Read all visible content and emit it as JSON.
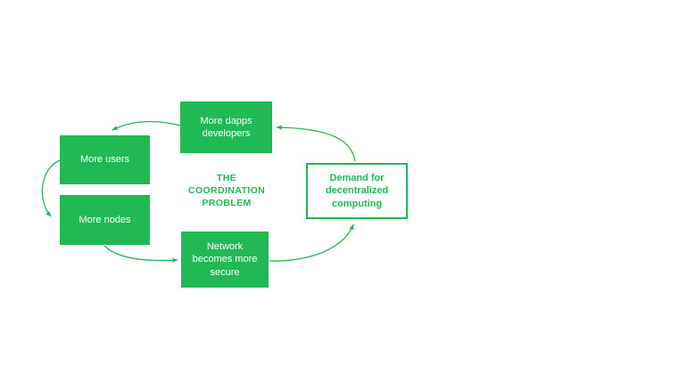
{
  "colors": {
    "green": "#20b954",
    "text_on_green": "#ffffff",
    "background": "#ffffff"
  },
  "diagram": {
    "center_label": {
      "lines": [
        "THE",
        "COORDINATION",
        "PROBLEM"
      ]
    },
    "nodes": {
      "dapps": {
        "label": "More dapps developers",
        "style": "filled"
      },
      "users": {
        "label": "More users",
        "style": "filled"
      },
      "nodes": {
        "label": "More nodes",
        "style": "filled"
      },
      "network": {
        "label": "Network becomes more secure",
        "style": "filled"
      },
      "demand": {
        "label": "Demand for decentralized computing",
        "style": "outlined"
      }
    },
    "edges": [
      {
        "from": "dapps",
        "to": "users"
      },
      {
        "from": "users",
        "to": "nodes"
      },
      {
        "from": "nodes",
        "to": "network"
      },
      {
        "from": "network",
        "to": "demand"
      },
      {
        "from": "demand",
        "to": "dapps"
      }
    ]
  }
}
